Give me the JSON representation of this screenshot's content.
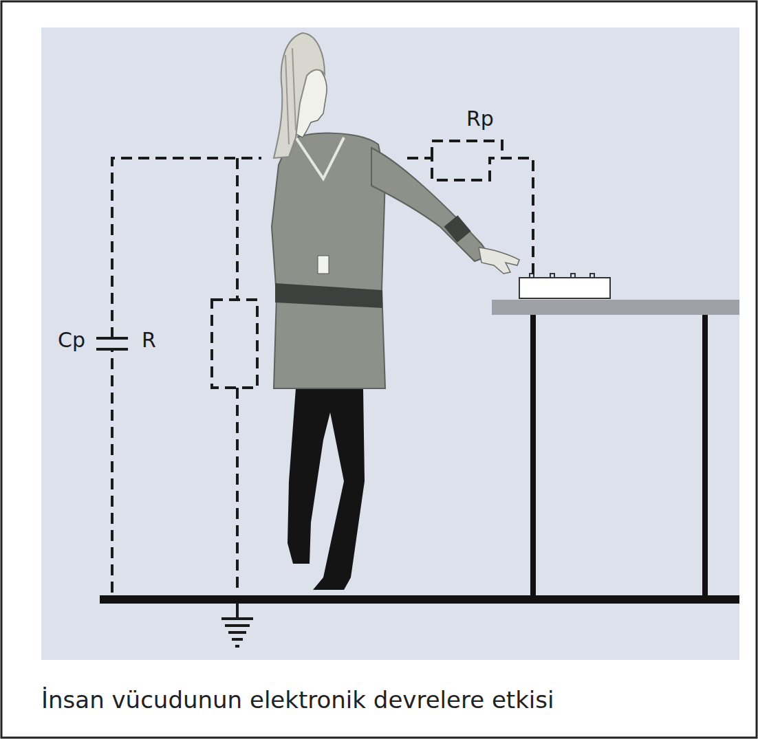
{
  "diagram": {
    "caption": "İnsan vücudunun elektronik devrelere etkisi",
    "labels": [
      "Cp",
      "R",
      "Rp"
    ]
  }
}
